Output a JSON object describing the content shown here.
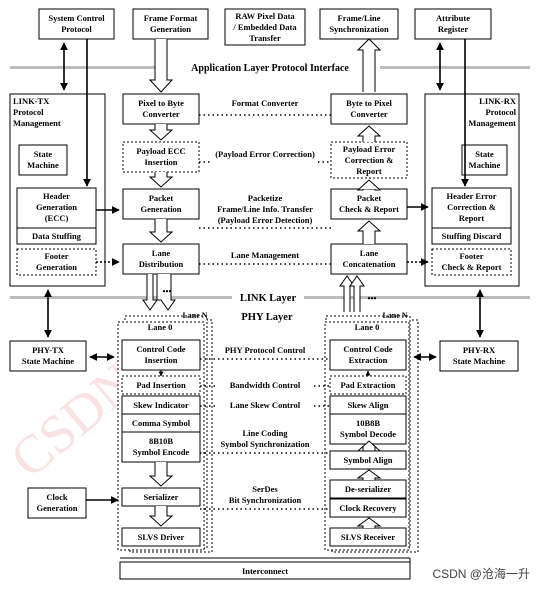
{
  "top_boxes": {
    "system_control_protocol": [
      "System Control",
      "Protocol"
    ],
    "frame_format_generation": [
      "Frame Format",
      "Generation"
    ],
    "raw_pixel_data": [
      "RAW Pixel Data",
      "/ Embedded Data",
      "Transfer"
    ],
    "frame_line_synchronization": [
      "Frame/Line",
      "Synchronization"
    ],
    "attribute_register": [
      "Attribute",
      "Register"
    ]
  },
  "band_labels": {
    "app_layer": "Application Layer Protocol Interface",
    "link_layer": "LINK Layer",
    "phy_layer": "PHY Layer"
  },
  "link_tx": {
    "title": [
      "LINK-TX",
      "Protocol",
      "Management"
    ],
    "state_machine": [
      "State",
      "Machine"
    ],
    "header_generation": [
      "Header",
      "Generation",
      "(ECC)"
    ],
    "data_stuffing": "Data Stuffing",
    "footer_generation": [
      "Footer",
      "Generation"
    ]
  },
  "link_rx": {
    "title": [
      "LINK-RX",
      "Protocol",
      "Management"
    ],
    "state_machine": [
      "State",
      "Machine"
    ],
    "header_error": [
      "Header Error",
      "Correction &",
      "Report"
    ],
    "stuffing_discard": "Stuffing Discard",
    "footer_check": [
      "Footer",
      "Check & Report"
    ]
  },
  "tx_chain": {
    "pixel_to_byte": [
      "Pixel to Byte",
      "Converter"
    ],
    "payload_ecc": [
      "Payload ECC",
      "Insertion"
    ],
    "packet_generation": [
      "Packet",
      "Generation"
    ],
    "lane_distribution": [
      "Lane",
      "Distribution"
    ]
  },
  "rx_chain": {
    "byte_to_pixel": [
      "Byte to Pixel",
      "Converter"
    ],
    "payload_error": [
      "Payload Error",
      "Correction &",
      "Report"
    ],
    "packet_check": [
      "Packet",
      "Check & Report"
    ],
    "lane_concatenation": [
      "Lane",
      "Concatenation"
    ]
  },
  "middle_labels": {
    "format_converter": "Format Converter",
    "payload_error_correction": "(Payload Error Correction)",
    "packetize": [
      "Packetize",
      "Frame/Line Info. Transfer",
      "(Payload Error Detection)"
    ],
    "lane_management": "Lane Management",
    "phy_protocol_control": "PHY Protocol Control",
    "bandwidth_control": "Bandwidth Control",
    "lane_skew_control": "Lane Skew Control",
    "line_coding": [
      "Line Coding",
      "Symbol Synchronization"
    ],
    "serdes": [
      "SerDes",
      "Bit Synchronization"
    ]
  },
  "phy_tx": {
    "state_machine": [
      "PHY-TX",
      "State Machine"
    ],
    "lane0": "Lane 0",
    "laneN": "Lane N",
    "control_code_insertion": [
      "Control Code",
      "Insertion"
    ],
    "pad_insertion": "Pad Insertion",
    "skew_indicator": "Skew Indicator",
    "comma_symbol": "Comma Symbol",
    "encode": [
      "8B10B",
      "Symbol Encode"
    ],
    "serializer": "Serializer",
    "slvs_driver": "SLVS Driver",
    "clock_generation": [
      "Clock",
      "Generation"
    ]
  },
  "phy_rx": {
    "state_machine": [
      "PHY-RX",
      "State Machine"
    ],
    "lane0": "Lane 0",
    "laneN": "Lane N",
    "control_code_extraction": [
      "Control Code",
      "Extraction"
    ],
    "pad_extraction": "Pad Extraction",
    "skew_align": "Skew Align",
    "decode": [
      "10B8B",
      "Symbol Decode"
    ],
    "symbol_align": "Symbol Align",
    "deserializer": "De-serializer",
    "clock_recovery": "Clock Recovery",
    "slvs_receiver": "SLVS Receiver"
  },
  "interconnect": "Interconnect",
  "dots": "•••",
  "watermark": "CSDN @沧海一升"
}
